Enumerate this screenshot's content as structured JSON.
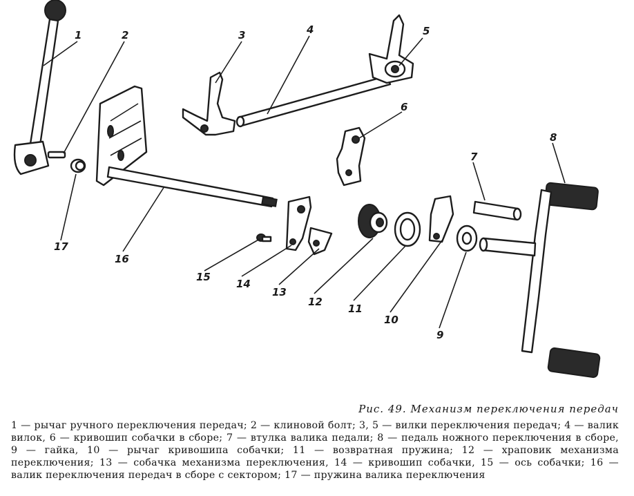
{
  "figure": {
    "title": "Рис. 49. Механизм переключения передач",
    "legend": "1 — рычаг ручного переключения передач; 2 — клиновой болт; 3, 5 — вилки переключения передач; 4 — валик вилок, 6 — кривошип собачки в сборе; 7 — втулка валика педали; 8 — педаль ножного переключения в сборе, 9 — гайка, 10 — рычаг кривошипа собачки; 11 — возвратная пружина; 12 — храповик механизма переключения; 13 — собачка механизма переключения, 14 — кривошип собачки, 15 — ось собачки; 16 — валик переключения передач в сборе с сектором; 17 — пружина валика переключения",
    "callouts": [
      "1",
      "2",
      "3",
      "4",
      "5",
      "6",
      "7",
      "8",
      "9",
      "10",
      "11",
      "12",
      "13",
      "14",
      "15",
      "16",
      "17"
    ]
  }
}
